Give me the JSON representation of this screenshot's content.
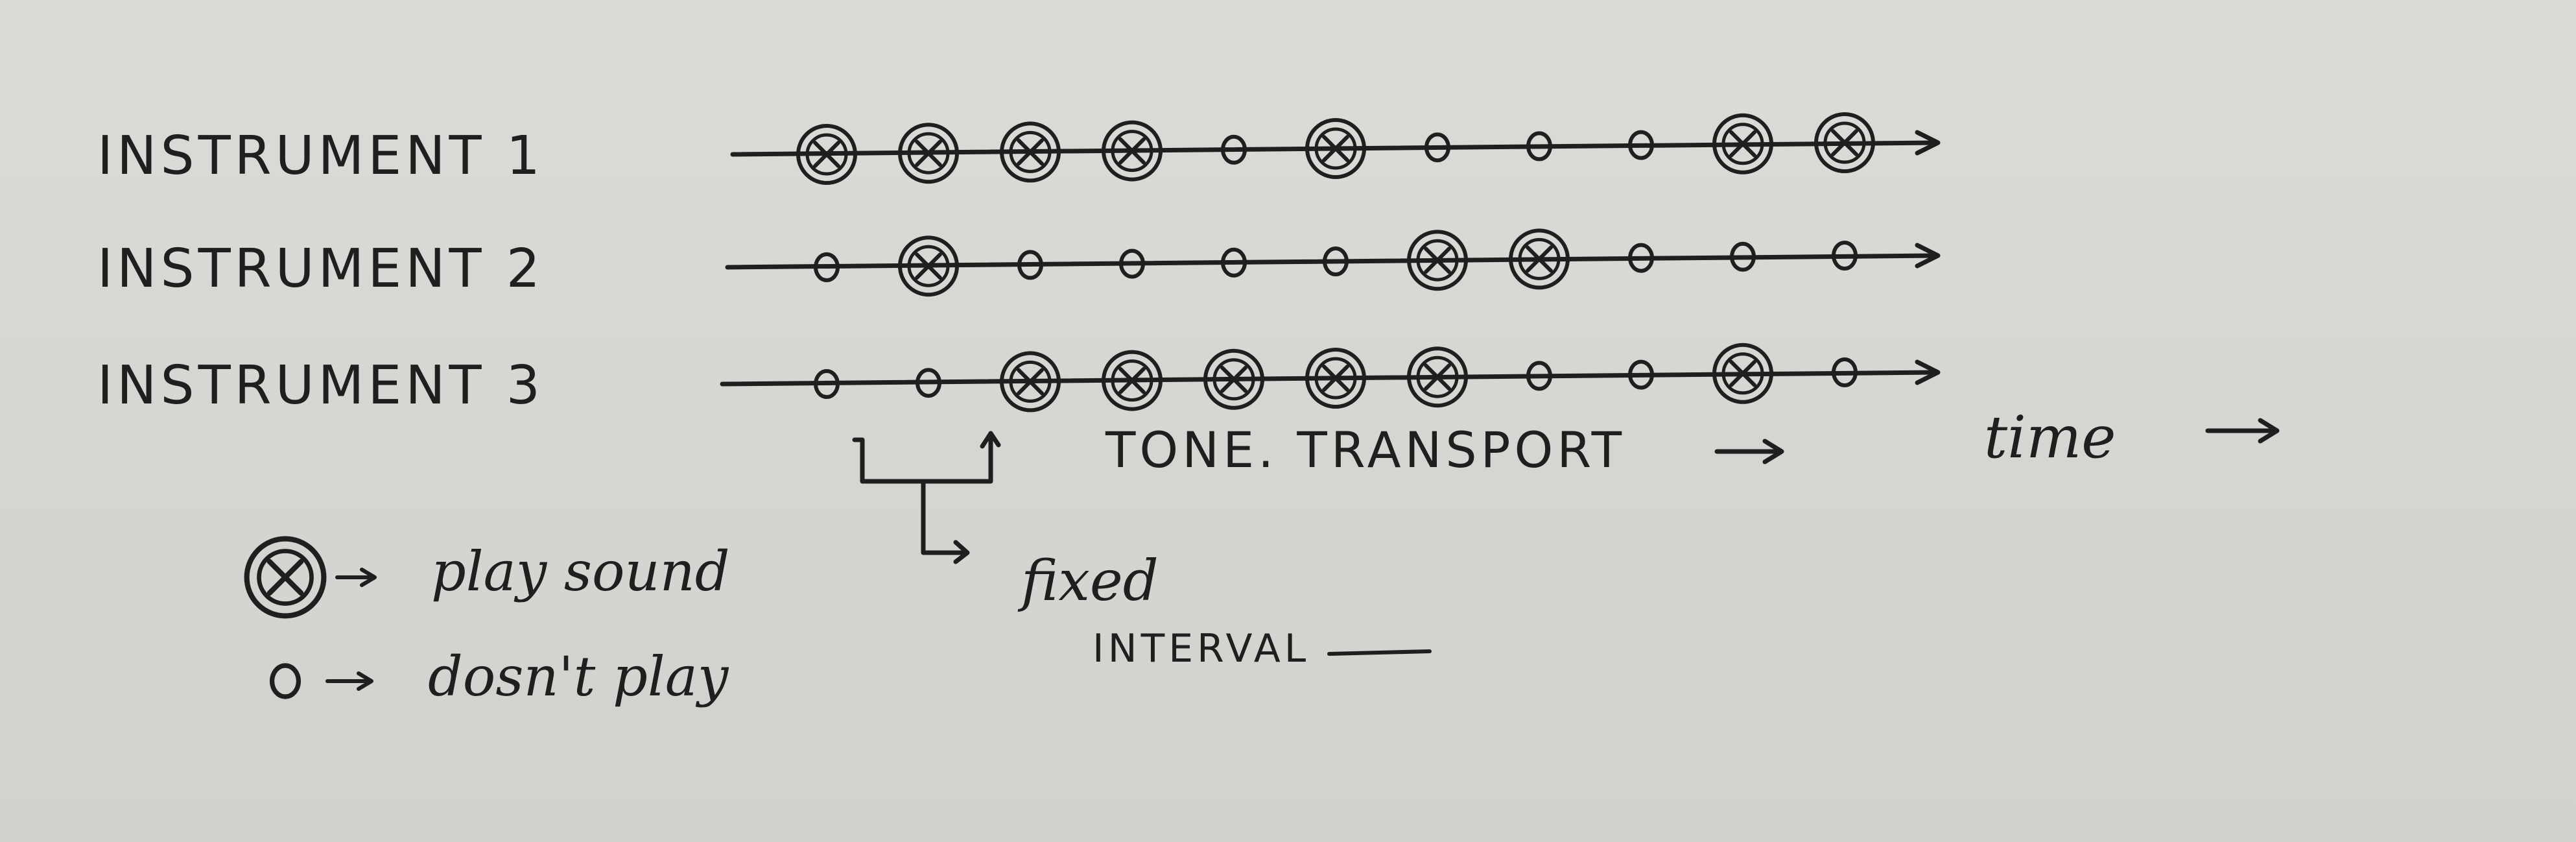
{
  "tracks": [
    {
      "label": "INSTRUMENT 1",
      "steps": [
        1,
        1,
        1,
        1,
        0,
        1,
        0,
        0,
        0,
        1,
        1
      ]
    },
    {
      "label": "INSTRUMENT 2",
      "steps": [
        0,
        1,
        0,
        0,
        0,
        0,
        1,
        1,
        0,
        0,
        0
      ]
    },
    {
      "label": "INSTRUMENT 3",
      "steps": [
        0,
        0,
        1,
        1,
        1,
        1,
        1,
        0,
        0,
        1,
        0
      ]
    }
  ],
  "transport_label": "TONE. TRANSPORT",
  "time_label": "time",
  "interval_label": [
    "fixed",
    "INTERVAL"
  ],
  "legend": [
    {
      "symbol": "played",
      "text": "play sound"
    },
    {
      "symbol": "rest",
      "text": "dosn't play"
    }
  ]
}
